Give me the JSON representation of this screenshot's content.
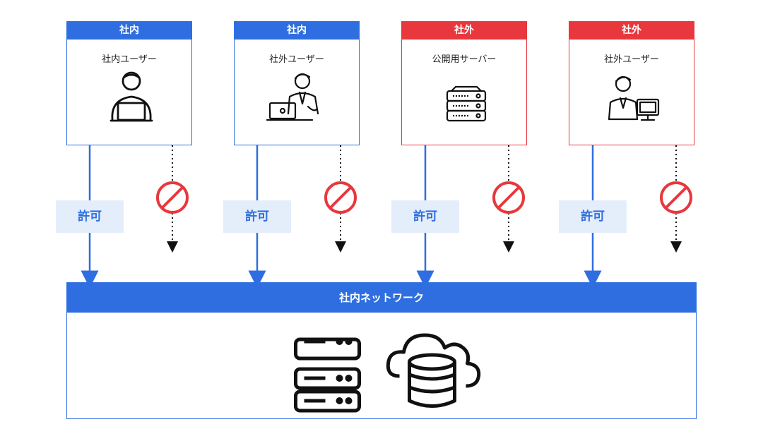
{
  "sources": [
    {
      "tag": "社内",
      "label": "社内ユーザー",
      "zone": "internal",
      "icon": "laptop-user-icon"
    },
    {
      "tag": "社内",
      "label": "社外ユーザー",
      "zone": "internal",
      "icon": "businessman-laptop-icon"
    },
    {
      "tag": "社外",
      "label": "公開用サーバー",
      "zone": "external",
      "icon": "server-icon"
    },
    {
      "tag": "社外",
      "label": "社外ユーザー",
      "zone": "external",
      "icon": "user-monitor-icon"
    }
  ],
  "permit_label": "許可",
  "blocked_icon": "prohibited-icon",
  "network": {
    "title": "社内ネットワーク",
    "icons": [
      "server-rack-icon",
      "cloud-database-icon"
    ]
  },
  "colors": {
    "internal": "#2f6ee0",
    "external": "#e8383d",
    "permit_bg": "#e3eefa",
    "block": "#e8383d"
  }
}
